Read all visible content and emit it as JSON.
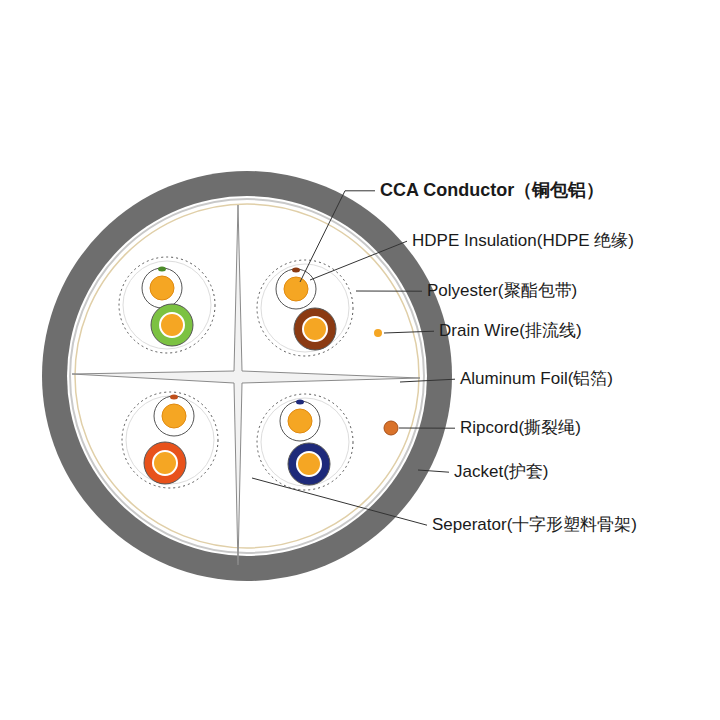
{
  "diagram": {
    "labels": [
      "CCA Conductor（铜包铝）",
      "HDPE Insulation(HDPE 绝缘)",
      "Polyester(聚酯包带)",
      "Drain Wire(排流线)",
      "Aluminum Foil(铝箔)",
      "Ripcord(撕裂绳)",
      "Jacket(护套)",
      "Seperator(十字形塑料骨架)"
    ]
  }
}
